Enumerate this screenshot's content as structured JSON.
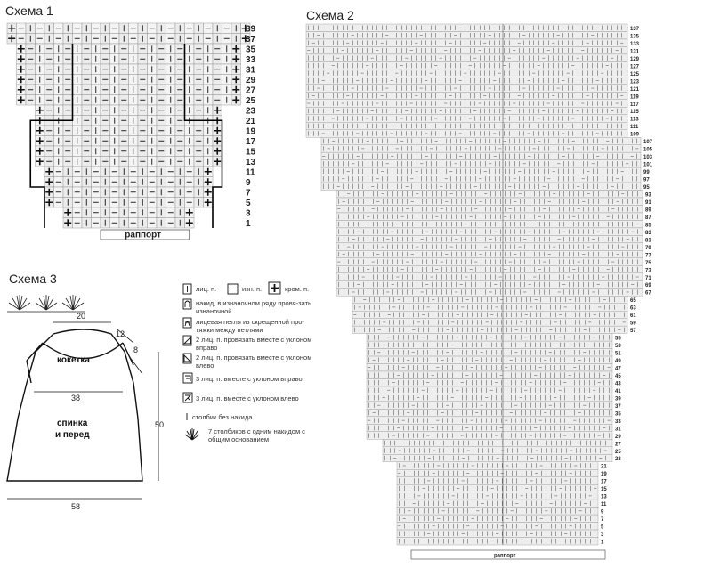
{
  "scheme1": {
    "title": "Схема 1",
    "rapport_label": "раппорт",
    "row_numbers": [
      "39",
      "37",
      "35",
      "33",
      "31",
      "29",
      "27",
      "25",
      "23",
      "21",
      "19",
      "17",
      "15",
      "13",
      "11",
      "9",
      "7",
      "5",
      "3",
      "1"
    ]
  },
  "scheme2": {
    "title": "Схема 2",
    "rapport_label": "раппорт",
    "row_numbers_right": [
      "137",
      "135",
      "133",
      "131",
      "129",
      "127",
      "125",
      "123",
      "121",
      "119",
      "117",
      "115",
      "113",
      "111",
      "109",
      "107",
      "105",
      "103",
      "101",
      "99",
      "97",
      "95",
      "93",
      "91",
      "89",
      "87",
      "85",
      "83",
      "81",
      "79",
      "77",
      "75",
      "73",
      "71",
      "69",
      "67",
      "65",
      "63",
      "61",
      "59",
      "57",
      "55",
      "53",
      "51",
      "49",
      "47",
      "45",
      "43",
      "41",
      "39",
      "37",
      "35",
      "33",
      "31",
      "29",
      "27",
      "25",
      "23",
      "21",
      "19",
      "17",
      "15",
      "13",
      "11",
      "9",
      "7",
      "5",
      "3",
      "1"
    ]
  },
  "scheme3": {
    "title": "Схема 3",
    "label_yoke": "кокетка",
    "label_body_line1": "спинка",
    "label_body_line2": "и перед",
    "dim_top": "20",
    "dim_12": "12",
    "dim_8": "8",
    "dim_38": "38",
    "dim_50": "50",
    "dim_58": "58"
  },
  "legend": {
    "knit": "лиц. п.",
    "purl": "изн. п.",
    "edge": "кром. п.",
    "yo": "накид, в изнаночном ряду провя-зать изнаночной",
    "crossed": "лицевая петля из скрещенной про-тяжки между петлями",
    "k2tog_right": "2 лиц. п. провязать вместе с уклоном вправо",
    "k2tog_left": "2 лиц. п. провязать вместе с уклоном влево",
    "k3tog_right": "3 лиц. п. вместе с уклоном вправо",
    "k3tog_left": "3 лиц. п. вместе с уклоном влево",
    "dc": "столбик без накида",
    "fan": "7 столбиков с одним накидом с общим основанием"
  }
}
